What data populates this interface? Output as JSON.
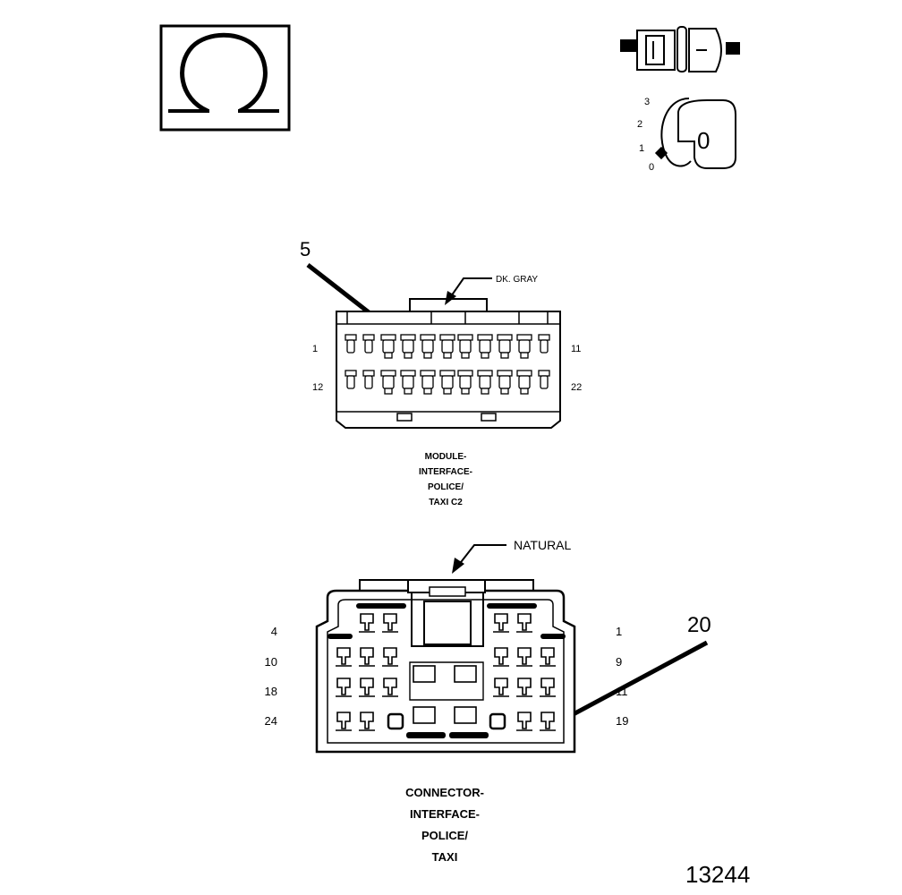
{
  "ohm_symbol": "Ω",
  "switch": {
    "positions": [
      "3",
      "2",
      "1",
      "0"
    ],
    "display_value": "0"
  },
  "module_connector": {
    "callout": "5",
    "color_label": "DK. GRAY",
    "pin_left_top": "1",
    "pin_right_top": "11",
    "pin_left_bottom": "12",
    "pin_right_bottom": "22",
    "caption_lines": [
      "MODULE-",
      "INTERFACE-",
      "POLICE/",
      "TAXI C2"
    ]
  },
  "harness_connector": {
    "callout": "20",
    "color_label": "NATURAL",
    "row_labels_left": [
      "4",
      "10",
      "18",
      "24"
    ],
    "row_labels_right": [
      "1",
      "9",
      "11",
      "19"
    ],
    "caption_lines": [
      "CONNECTOR-",
      "INTERFACE-",
      "POLICE/",
      "TAXI"
    ]
  },
  "figure_number": "13244"
}
